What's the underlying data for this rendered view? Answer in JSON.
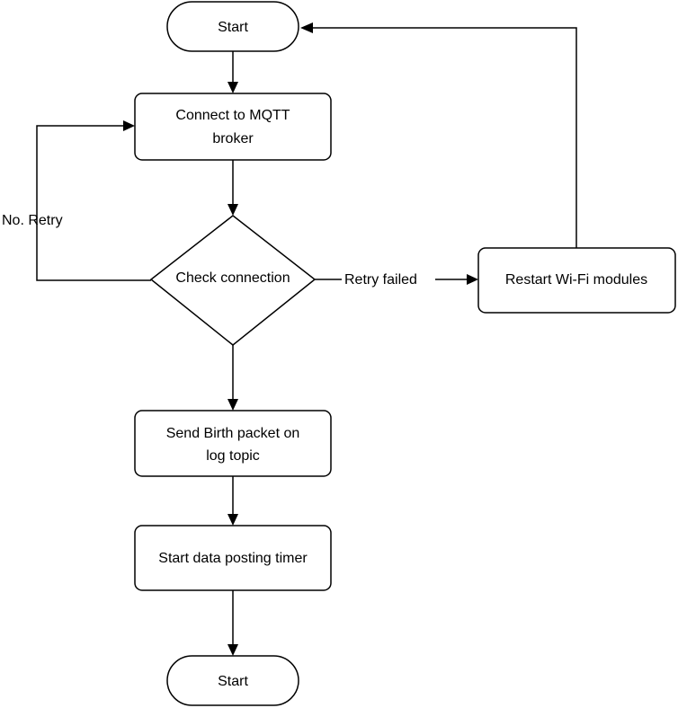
{
  "nodes": {
    "start_top": "Start",
    "connect_line1": "Connect to MQTT",
    "connect_line2": "broker",
    "check": "Check connection",
    "restart": "Restart Wi-Fi modules",
    "birth_line1": "Send Birth packet on",
    "birth_line2": "log topic",
    "timer": "Start data posting timer",
    "start_bottom": "Start"
  },
  "edges": {
    "no_retry": "No. Retry",
    "retry_failed": "Retry failed"
  }
}
